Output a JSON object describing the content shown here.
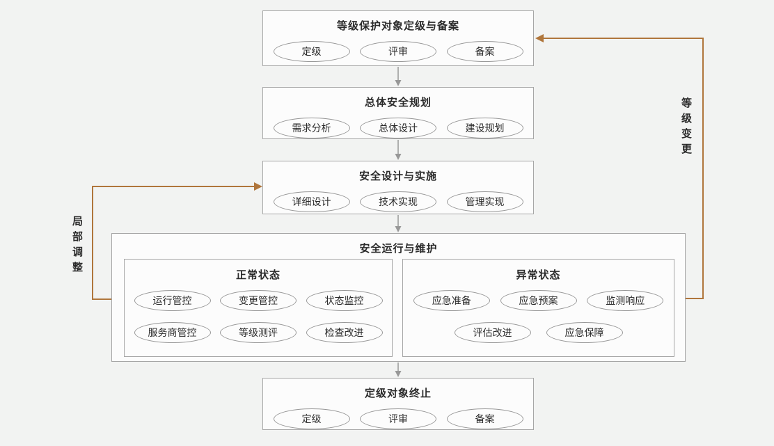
{
  "diagram": {
    "grading": {
      "title": "等级保护对象定级与备案",
      "items": [
        "定级",
        "评审",
        "备案"
      ]
    },
    "planning": {
      "title": "总体安全规划",
      "items": [
        "需求分析",
        "总体设计",
        "建设规划"
      ]
    },
    "design": {
      "title": "安全设计与实施",
      "items": [
        "详细设计",
        "技术实现",
        "管理实现"
      ]
    },
    "operation": {
      "title": "安全运行与维护",
      "normal": {
        "title": "正常状态",
        "row1": [
          "运行管控",
          "变更管控",
          "状态监控"
        ],
        "row2": [
          "服务商管控",
          "等级测评",
          "检查改进"
        ]
      },
      "abnormal": {
        "title": "异常状态",
        "row1": [
          "应急准备",
          "应急预案",
          "监测响应"
        ],
        "row2": [
          "评估改进",
          "应急保障"
        ]
      }
    },
    "termination": {
      "title": "定级对象终止",
      "items": [
        "定级",
        "评审",
        "备案"
      ]
    },
    "side_labels": {
      "grade_change": "等级变更",
      "partial_adjustment": "局部调整"
    },
    "colors": {
      "feedback_arrow": "#b0763c",
      "flow_arrow": "#989898",
      "box_border": "#a6a6a6",
      "background": "#f2f3f2"
    }
  }
}
